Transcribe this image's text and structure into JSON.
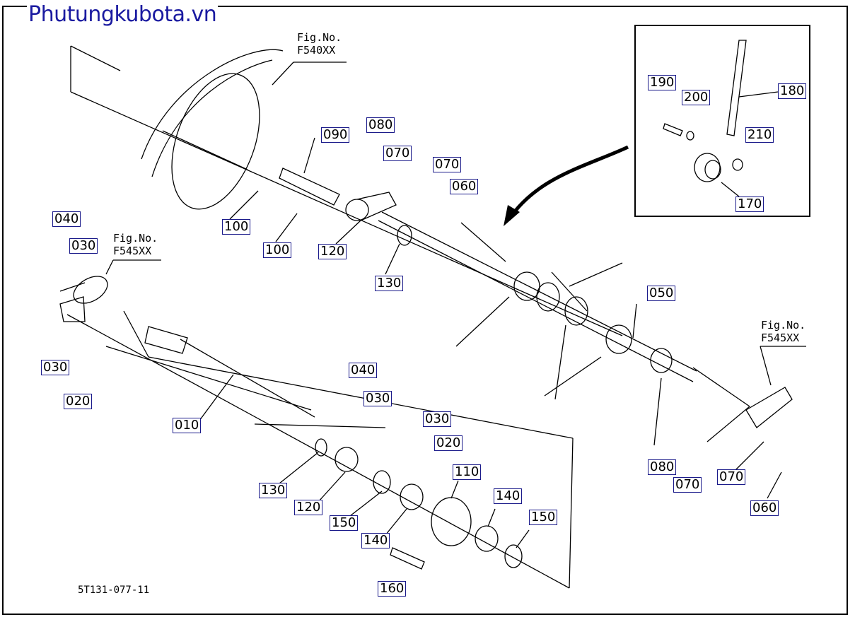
{
  "watermark": "Phutungkubota.vn",
  "drawing_code": "5T131-077-11",
  "fig_refs": [
    {
      "id": "fig-f540",
      "line1": "Fig.No.",
      "line2": "F540XX"
    },
    {
      "id": "fig-f545-left",
      "line1": "Fig.No.",
      "line2": "F545XX"
    },
    {
      "id": "fig-f545-right",
      "line1": "Fig.No.",
      "line2": "F545XX"
    }
  ],
  "callouts": [
    "090",
    "080",
    "070",
    "070",
    "060",
    "100",
    "100",
    "120",
    "130",
    "040",
    "030",
    "030",
    "020",
    "010",
    "040",
    "030",
    "030",
    "020",
    "130",
    "120",
    "150",
    "110",
    "140",
    "140",
    "150",
    "160",
    "050",
    "080",
    "070",
    "070",
    "060",
    "190",
    "200",
    "180",
    "210",
    "170"
  ],
  "colors": {
    "callout_border": "#1a1a8a",
    "watermark": "#1a1aa0",
    "line": "#000000"
  }
}
